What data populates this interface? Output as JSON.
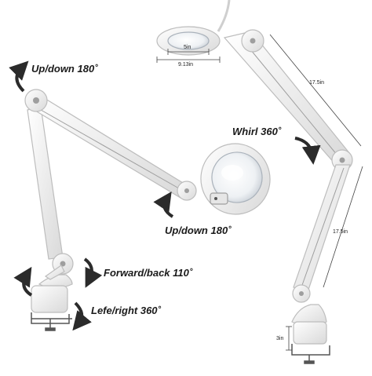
{
  "annotations": {
    "top_updown": "Up/down 180˚",
    "whirl": "Whirl 360˚",
    "mid_updown": "Up/down 180˚",
    "forward_back": "Forward/back 110˚",
    "left_right": "Lefe/right 360˚"
  },
  "dimensions": {
    "lens_inner": "5in",
    "lens_outer": "9.13in",
    "upper_arm": "17.5in",
    "lower_arm": "17.5in",
    "clamp": "3in"
  },
  "colors": {
    "lamp_body": "#f3f3f3",
    "lamp_outline": "#bdbdbd",
    "arrow": "#2b2b2b",
    "text": "#1a1a1a"
  },
  "icons": [
    "rotation-arrow-icon",
    "clamp-icon",
    "magnifier-lens-icon"
  ]
}
